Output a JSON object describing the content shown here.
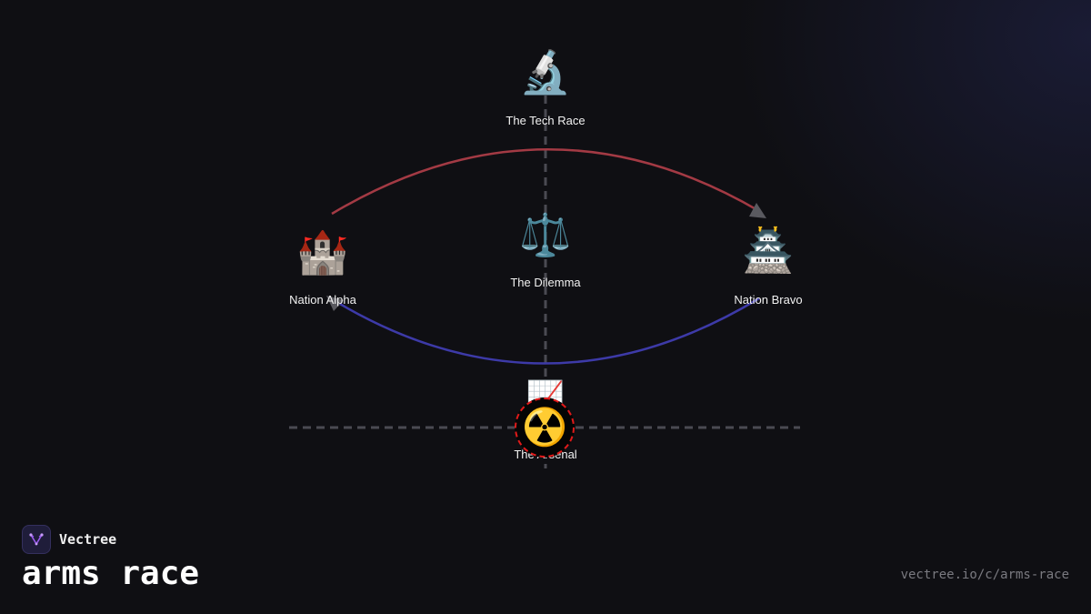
{
  "brand": {
    "name": "Vectree",
    "logo_icon": "vectree-logo-icon",
    "accent": "#9b5cf0"
  },
  "title": "arms race",
  "url": "vectree.io/c/arms-race",
  "nodes": {
    "tech_race": {
      "label": "The Tech Race",
      "icon": "microscope-icon",
      "emoji": "🔬"
    },
    "dilemma": {
      "label": "The Dilemma",
      "icon": "balance-scale-icon",
      "emoji": "⚖️"
    },
    "nation_alpha": {
      "label": "Nation Alpha",
      "icon": "castle-icon",
      "emoji": "🏰"
    },
    "nation_bravo": {
      "label": "Nation Bravo",
      "icon": "japanese-castle-icon",
      "emoji": "🏯"
    },
    "arsenal": {
      "label": "The Arsenal",
      "icon": "chart-increasing-icon",
      "emoji": "📈"
    },
    "nuclear": {
      "icon": "radioactive-icon",
      "emoji": "☢️"
    }
  },
  "colors": {
    "arc_top": "#a33a44",
    "arc_bottom": "#3d3aa8",
    "axis": "#4a4a52",
    "arrowhead": "#5a5a60",
    "nuclear_ring": "#e01a1a"
  }
}
